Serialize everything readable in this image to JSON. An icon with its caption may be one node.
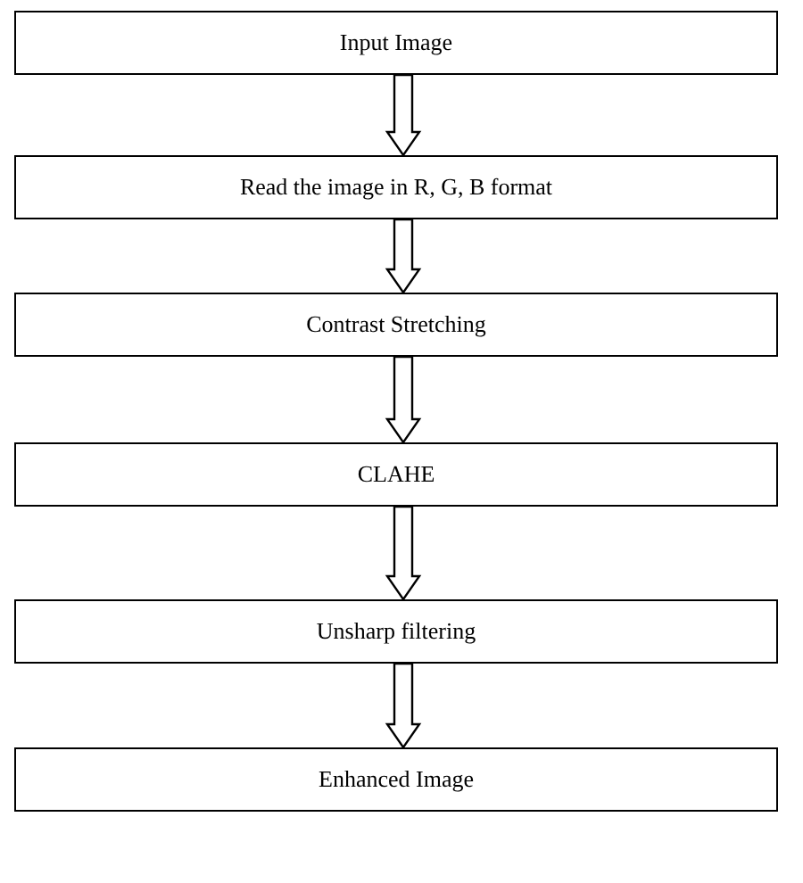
{
  "diagram": {
    "nodes": [
      {
        "text": [
          "Input Image"
        ]
      },
      {
        "text": [
          "Read the image in R, G, B format"
        ]
      },
      {
        "text": [
          "Contrast Stretching"
        ]
      },
      {
        "text": [
          "CLAHE"
        ]
      },
      {
        "text": [
          "Unsharp filtering"
        ]
      },
      {
        "text": [
          "Enhanced Image"
        ]
      }
    ],
    "edges": [
      {
        "from": 0,
        "to": 1,
        "arrow": "to"
      },
      {
        "from": 1,
        "to": 2,
        "arrow": "to"
      },
      {
        "from": 2,
        "to": 3,
        "arrow": "to"
      },
      {
        "from": 3,
        "to": 4,
        "arrow": "to"
      },
      {
        "from": 4,
        "to": 5,
        "arrow": "to"
      }
    ]
  }
}
